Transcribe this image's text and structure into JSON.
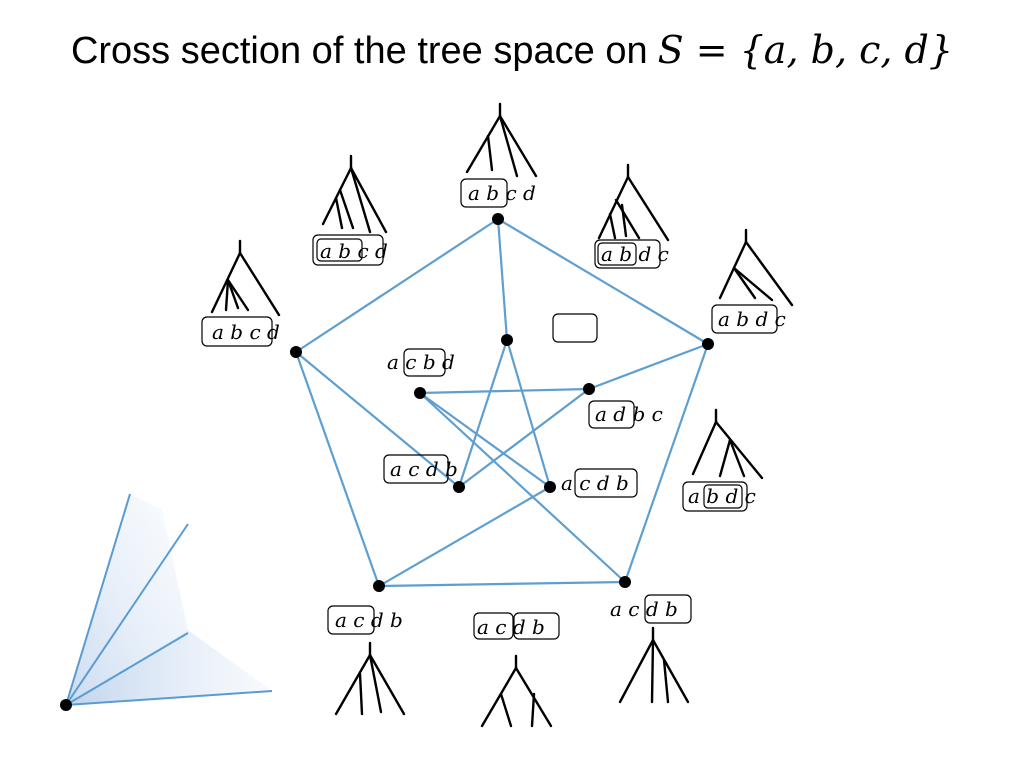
{
  "title": {
    "prefix": "Cross section of the tree space on",
    "set": "S = {a, b, c, d}"
  },
  "vertices": [
    {
      "label": "a b c d"
    },
    {
      "label": "a b c d"
    },
    {
      "label": "a b d c"
    },
    {
      "label": "a b d c"
    },
    {
      "label": "a b c d"
    },
    {
      "label": "a c b d"
    },
    {
      "label": "a d b c"
    },
    {
      "label": "a c d b"
    },
    {
      "label": "a c d b"
    },
    {
      "label": "a c d b"
    },
    {
      "label": "a c d b"
    },
    {
      "label": "a b d c"
    },
    {
      "label": "a c d b"
    }
  ],
  "colors": {
    "edge": "#5f9fd0",
    "node": "#000000",
    "fan": "#5a9bd3"
  }
}
